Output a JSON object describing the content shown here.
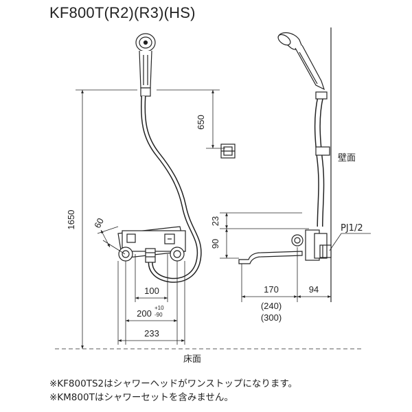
{
  "title": "KF800T(R2)(R3)(HS)",
  "dimensions": {
    "d650": "650",
    "d1650": "1650",
    "d60": "60",
    "d100": "100",
    "d200": "200",
    "tol_plus": "+10",
    "tol_minus": "-90",
    "d233": "233",
    "d23": "23",
    "d90": "90",
    "d170": "170",
    "d94": "94",
    "d240": "(240)",
    "d300": "(300)"
  },
  "labels": {
    "wall": "壁面",
    "floor": "床面",
    "pipe": "PJ1/2"
  },
  "notes": [
    "※KF800TS2はシャワーヘッドがワンストップになります。",
    "※KM800Tはシャワーセットを含みません。"
  ]
}
